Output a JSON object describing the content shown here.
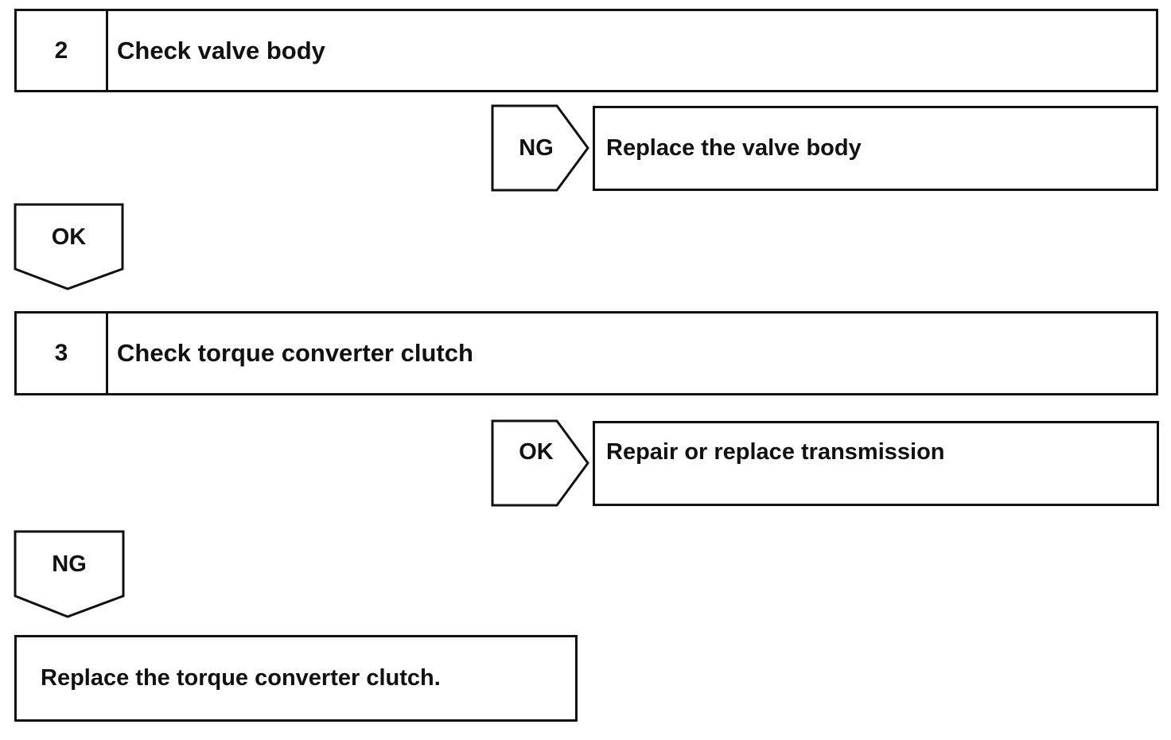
{
  "step2": {
    "number": "2",
    "title": "Check valve body"
  },
  "step2_ng": {
    "label": "NG",
    "action": "Replace the valve body"
  },
  "step2_ok": {
    "label": "OK"
  },
  "step3": {
    "number": "3",
    "title": "Check torque converter clutch"
  },
  "step3_ok": {
    "label": "OK",
    "action": "Repair or replace transmission"
  },
  "step3_ng": {
    "label": "NG"
  },
  "final": {
    "action": "Replace the torque converter clutch."
  }
}
